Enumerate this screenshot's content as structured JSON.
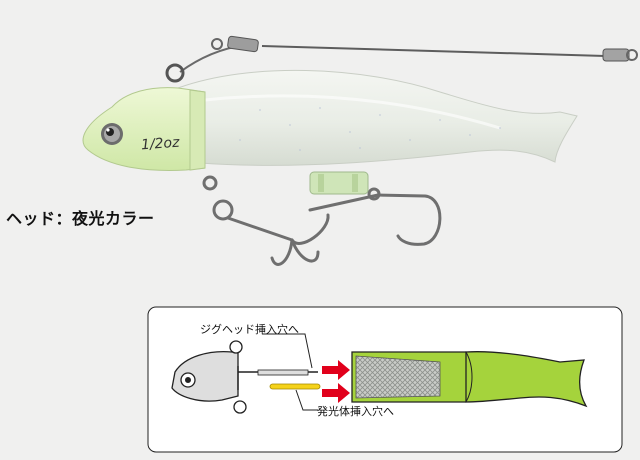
{
  "lure": {
    "weight_label": "1/2oz",
    "head_label": "ヘッド：夜光カラー"
  },
  "diagram": {
    "jighead_insert_caption": "ジグヘッド挿入穴へ",
    "glow_insert_caption": "発光体挿入穴へ"
  },
  "colors": {
    "background": "#f0f0ef",
    "glow_head": "#dff2bf",
    "body_pearl": "#e8ece6",
    "diagram_body_green": "#9fd03a",
    "glow_stick": "#f5d21a",
    "arrow_red": "#e1001b"
  }
}
